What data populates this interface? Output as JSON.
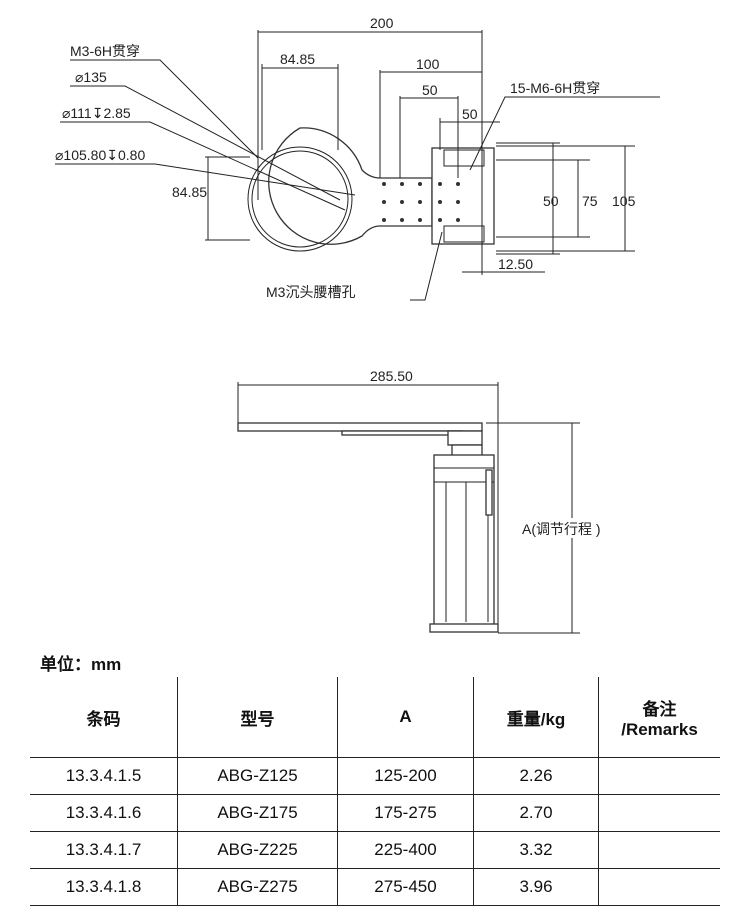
{
  "top_view": {
    "dims": {
      "d200": "200",
      "d100": "100",
      "d50a": "50",
      "d50b": "50",
      "d8485h": "84.85",
      "d8485v": "84.85",
      "d50v": "50",
      "d75v": "75",
      "d105v": "105",
      "d1250": "12.50"
    },
    "callouts": {
      "m3": "M3-6H贯穿",
      "phi135": "⌀135",
      "phi111": "⌀111↧2.85",
      "phi105": "⌀105.80↧0.80",
      "m6": "15-M6-6H贯穿",
      "slot": "M3沉头腰槽孔"
    }
  },
  "side_view": {
    "width": "285.50",
    "stroke": "A(调节行程 )"
  },
  "unit_label": "单位：mm",
  "table": {
    "headers": [
      "条码",
      "型号",
      "A",
      "重量/kg",
      "备注\n/Remarks"
    ],
    "rows": [
      [
        "13.3.4.1.5",
        "ABG-Z125",
        "125-200",
        "2.26",
        ""
      ],
      [
        "13.3.4.1.6",
        "ABG-Z175",
        "175-275",
        "2.70",
        ""
      ],
      [
        "13.3.4.1.7",
        "ABG-Z225",
        "225-400",
        "3.32",
        ""
      ],
      [
        "13.3.4.1.8",
        "ABG-Z275",
        "275-450",
        "3.96",
        ""
      ]
    ]
  }
}
